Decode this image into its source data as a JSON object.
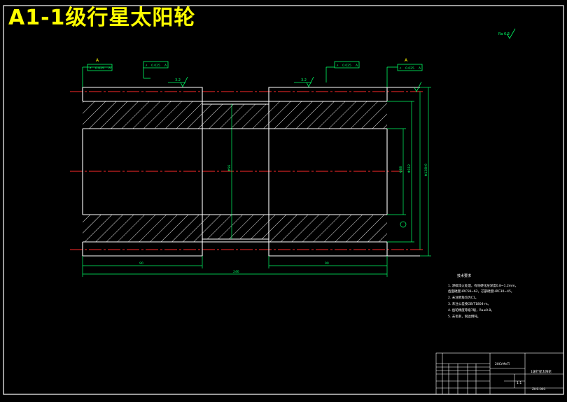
{
  "title": "A1-1级行星太阳轮",
  "corner_roughness": "Ra 6.3",
  "roughness_marks": {
    "left_outer": "3.2",
    "right_outer": "3.2"
  },
  "datum_labels": {
    "left": "A",
    "right": "A"
  },
  "gdt_frames": [
    {
      "symbol": "↗",
      "value": "0.025",
      "datum": "A"
    },
    {
      "symbol": "↗",
      "value": "0.025",
      "datum": "A"
    },
    {
      "symbol": "↗",
      "value": "0.025",
      "datum": "A"
    },
    {
      "symbol": "↗",
      "value": "0.025",
      "datum": "A"
    }
  ],
  "dimensions": {
    "center_bore": "Φ56",
    "right_bore": "Φ88",
    "right_inner": "Φ112",
    "right_outer": "Φ128h9",
    "left_length": "90",
    "right_length": "90",
    "total_length": "246"
  },
  "tech_requirements": {
    "heading": "技术要求",
    "items": [
      "1. 渗碳淬火处理，有效硬化层深度0.8~1.2mm，",
      "   齿面硬度HRC58~62，芯部硬度HRC30~45。",
      "2. 未注倒角均为C1。",
      "3. 未注公差按GB/T1804-m。",
      "4. 齿轮精度等级7级，Ra≤0.8。",
      "5. 去毛刺，锐边倒钝。"
    ]
  },
  "title_block": {
    "material": "20CrMnTi",
    "part_name": "1级行星太阳轮",
    "drawing_no": "ZHS-001",
    "scale": "1:1"
  },
  "colors": {
    "frame": "#ffffff",
    "outline": "#ffffff",
    "centerline": "#ff2a2a",
    "dimension": "#00ff66",
    "hatch": "#ffffff",
    "title": "#ffff00"
  }
}
